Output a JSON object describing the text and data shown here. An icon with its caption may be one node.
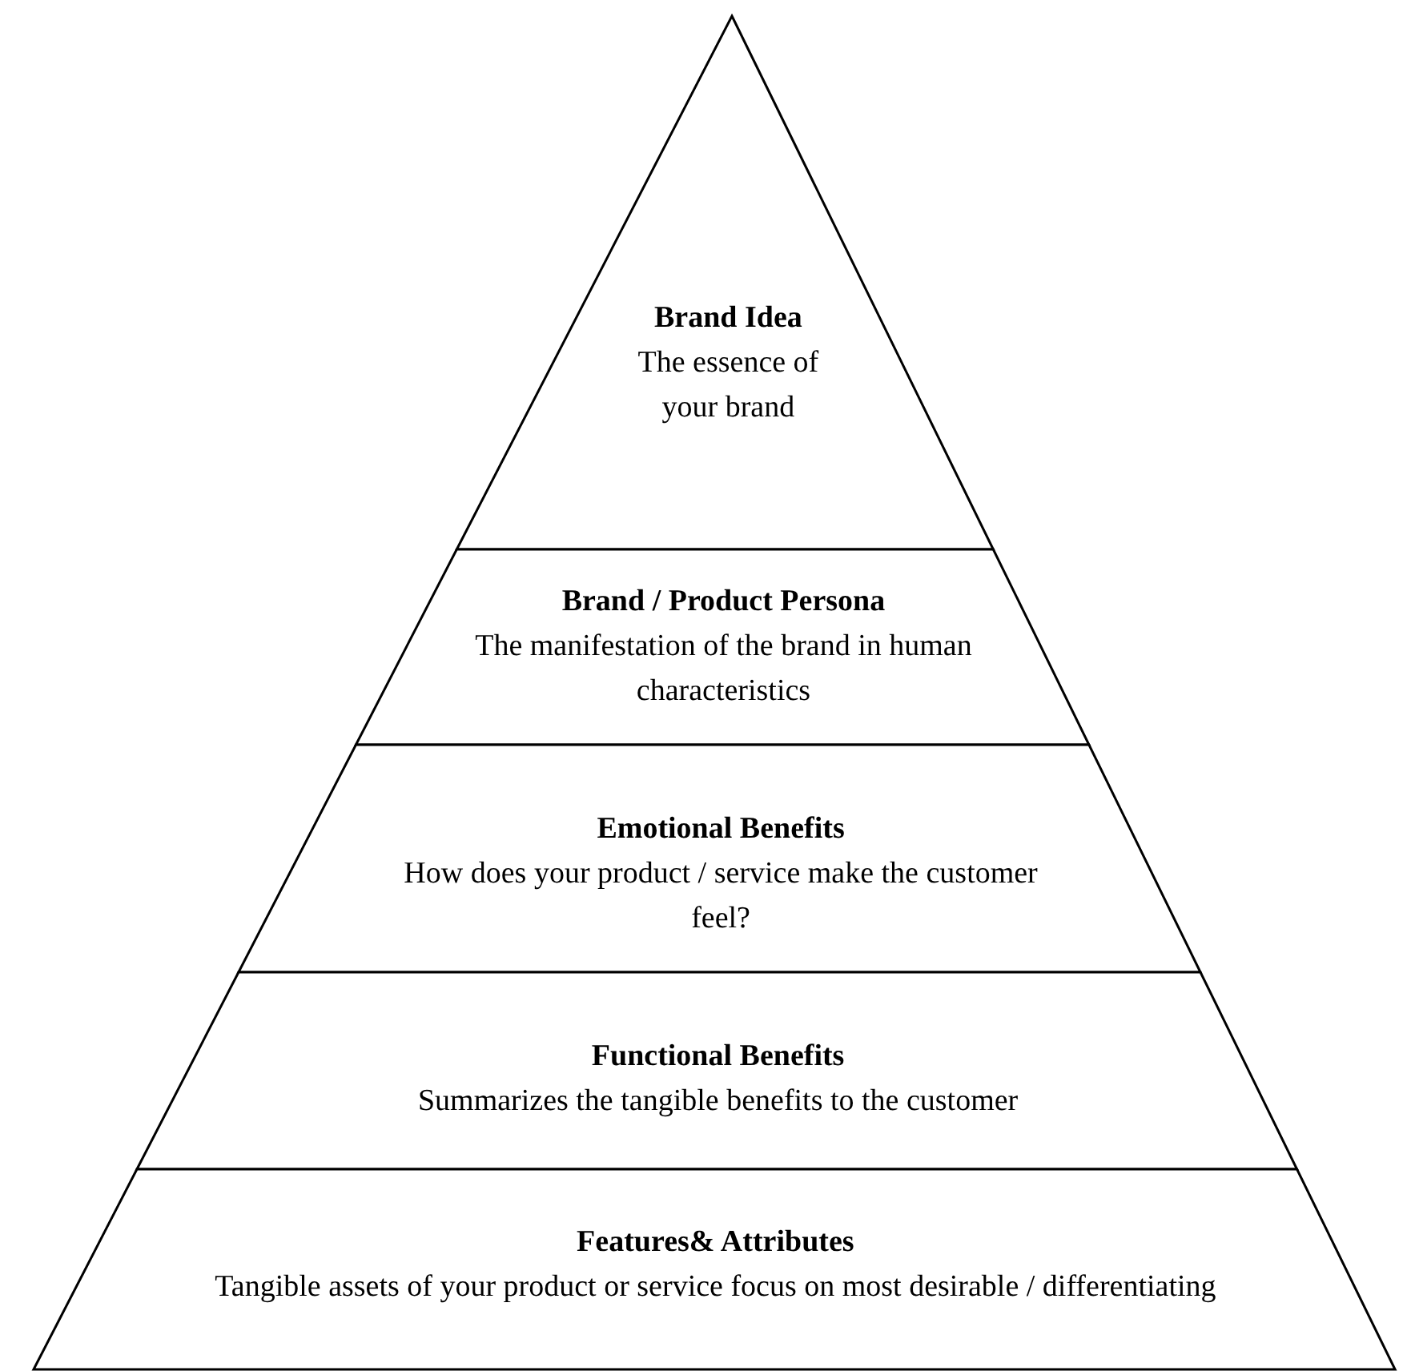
{
  "diagram": {
    "nodes": [
      {
        "text": [
          "Brand Idea",
          "The essence of your brand"
        ]
      },
      {
        "text": [
          "Brand / Product Persona",
          "The manifestation of the brand in human characteristics"
        ]
      },
      {
        "text": [
          "Emotional Benefits",
          "How does your product / service make the customer feel?"
        ]
      },
      {
        "text": [
          "Functional Benefits",
          "Summarizes the tangible benefits to the customer"
        ]
      },
      {
        "text": [
          "Features& Attributes",
          "Tangible assets of your product or service focus on most desirable / differentiating"
        ]
      }
    ]
  }
}
